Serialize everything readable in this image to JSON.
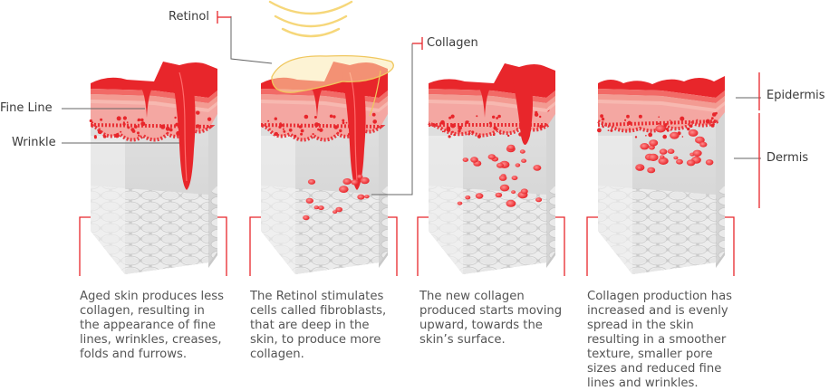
{
  "labels": {
    "retinol": "Retinol",
    "collagen": "Collagen",
    "fine_line": "Fine Line",
    "wrinkle": "Wrinkle",
    "epidermis": "Epidermis",
    "dermis": "Dermis"
  },
  "captions": [
    "Aged skin produces less\ncollagen, resulting in\nthe appearance of fine\nlines, wrinkles, creases,\nfolds and furrows.",
    "The Retinol stimulates\ncells called fibroblasts,\nthat are deep in the\nskin, to produce more\ncollagen.",
    "The new collagen\nproduced starts moving\nupward, towards the\nskin’s surface.",
    "Collagen production has\nincreased and is evenly\nspread in the skin\nresulting in a smoother\ntexture, smaller pore\nsizes and reduced fine\nlines and wrinkles."
  ],
  "colors": {
    "accent_red": "#e8262b",
    "light_red": "#f05a5a",
    "pink": "#f4a7a2",
    "dermis_gray": "#d9d9d9",
    "retinol_yellow": "#f6d77a",
    "text": "#555555"
  },
  "stages": [
    {
      "stage": 1,
      "fine_line": true,
      "wrinkle": true,
      "retinol": false,
      "collagen_dots": "none"
    },
    {
      "stage": 2,
      "fine_line": true,
      "wrinkle": true,
      "retinol": true,
      "collagen_dots": "deep"
    },
    {
      "stage": 3,
      "fine_line": true,
      "wrinkle": "reduced",
      "retinol": false,
      "collagen_dots": "middle"
    },
    {
      "stage": 4,
      "fine_line": false,
      "wrinkle": false,
      "retinol": false,
      "collagen_dots": "upper"
    }
  ]
}
